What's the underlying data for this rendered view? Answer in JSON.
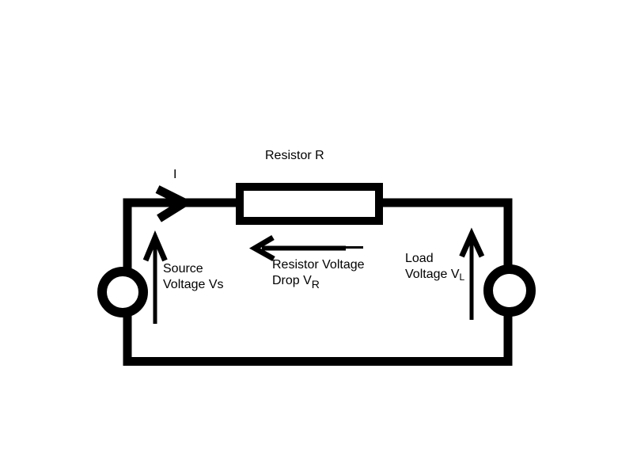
{
  "colors": {
    "stroke": "#000000",
    "background": "#ffffff"
  },
  "labels": {
    "resistor": "Resistor R",
    "current": "I",
    "source": {
      "line1": "Source",
      "line2": "Voltage Vs"
    },
    "resistor_drop": {
      "line1": "Resistor Voltage",
      "line2_prefix": "Drop V",
      "subscript": "R"
    },
    "load": {
      "line1": "Load",
      "line2_prefix": "Voltage V",
      "subscript": "L"
    }
  },
  "diagram": {
    "type": "circuit-schematic",
    "components": [
      {
        "id": "voltage-source",
        "symbol": "circle",
        "label": "Source Voltage Vs",
        "arrow_direction": "up"
      },
      {
        "id": "resistor",
        "symbol": "rectangle",
        "label": "Resistor R"
      },
      {
        "id": "load",
        "symbol": "circle",
        "label": "Load Voltage VL",
        "arrow_direction": "up"
      },
      {
        "id": "current",
        "label": "I",
        "arrow_direction": "right"
      },
      {
        "id": "resistor-voltage-drop",
        "label": "Resistor Voltage Drop VR",
        "arrow_direction": "left"
      }
    ]
  }
}
